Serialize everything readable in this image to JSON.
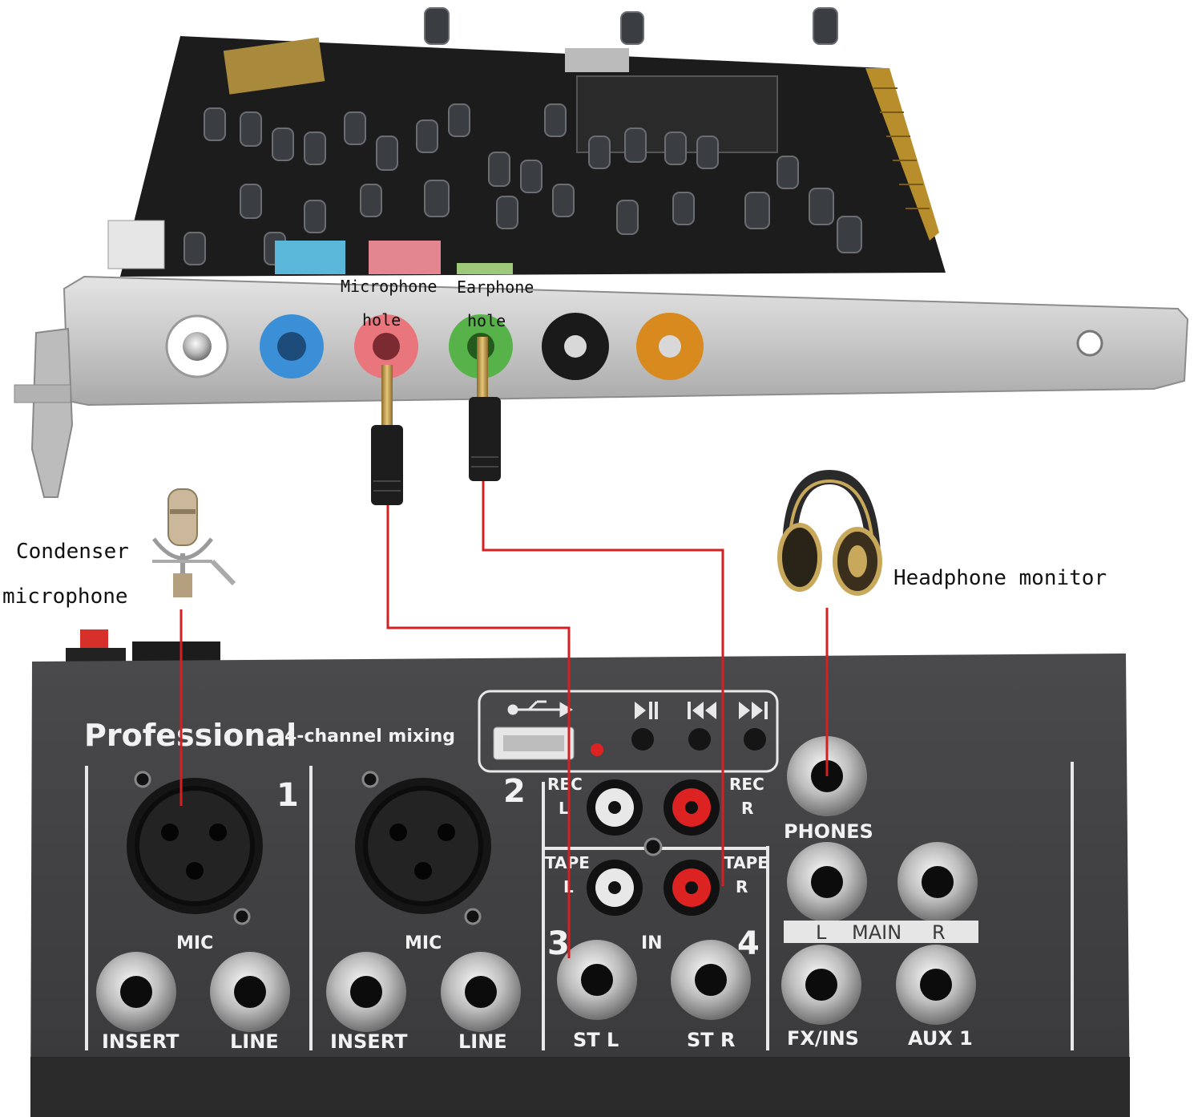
{
  "annotations": {
    "mic_hole_l1": "Microphone",
    "mic_hole_l2": "hole",
    "ear_hole_l1": "Earphone",
    "ear_hole_l2": "hole",
    "condenser_l1": "Condenser",
    "condenser_l2": "microphone",
    "headphone_monitor": "Headphone monitor"
  },
  "mixer": {
    "brand_big": "Professional",
    "brand_small": "4-channel mixing",
    "ch1": "1",
    "ch2": "2",
    "ch3": "3",
    "ch4": "4",
    "mic1": "MIC",
    "mic2": "MIC",
    "insert1": "INSERT",
    "line1": "LINE",
    "insert2": "INSERT",
    "line2": "LINE",
    "rec": "REC",
    "rec_l": "L",
    "rec_r": "R",
    "tape": "TAPE",
    "tape_l": "L",
    "tape_r": "R",
    "in": "IN",
    "st_l": "ST L",
    "st_r": "ST R",
    "phones": "PHONES",
    "main_l": "L",
    "main": "MAIN",
    "main_r": "R",
    "fx_ins": "FX/INS",
    "aux1": "AUX 1"
  },
  "colors": {
    "cable": "#d42020",
    "mixer_body": "#3e3e40",
    "pcb": "#1c1c1c",
    "bracket": "#c9c9c9",
    "jack_blue": "#3a8fd6",
    "jack_pink": "#e9767d",
    "jack_green": "#58b24a",
    "jack_orange": "#d98a1f"
  },
  "icons": [
    "usb-icon",
    "play-pause-icon",
    "previous-icon",
    "next-icon",
    "microphone-icon",
    "headphones-icon"
  ]
}
